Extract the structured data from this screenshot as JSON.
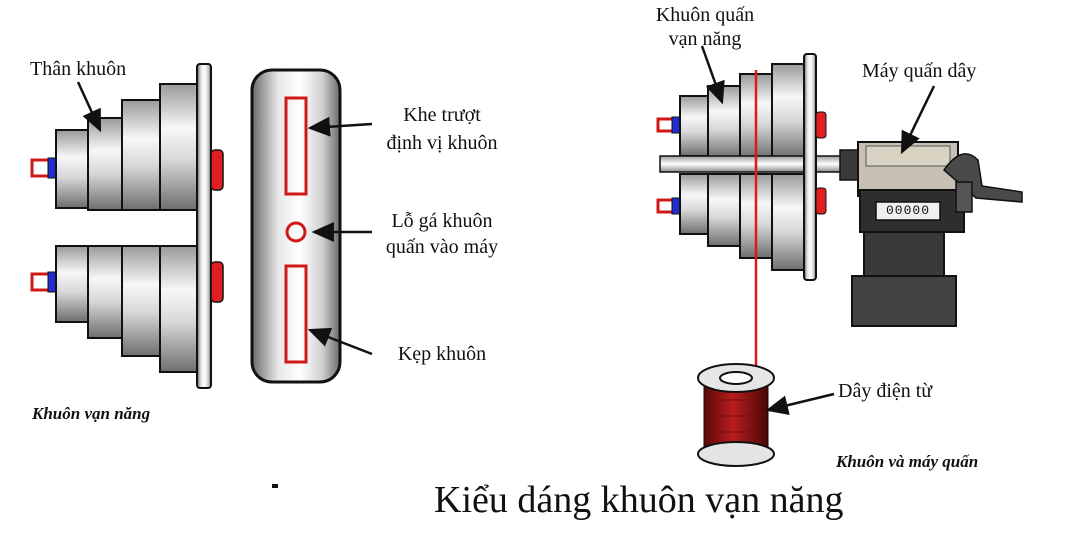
{
  "left_panel": {
    "than_khuon": "Thân khuôn",
    "khe_truot_1": "Khe trượt",
    "khe_truot_2": "định vị khuôn",
    "lo_ga_1": "Lỗ gá khuôn",
    "lo_ga_2": "quấn vào máy",
    "kep_khuon": "Kẹp khuôn",
    "caption": "Khuôn vạn năng"
  },
  "right_panel": {
    "khuon_quan_1": "Khuôn quấn",
    "khuon_quan_2": "vạn năng",
    "may_quan_day": "Máy quấn dây",
    "counter_display": "00000",
    "day_dien_tu": "Dây điện từ",
    "caption": "Khuôn và máy quấn"
  },
  "title": "Kiểu dáng khuôn vạn năng",
  "colors": {
    "wire_red": "#e01818",
    "cap_blue": "#2030d0",
    "metal_light": "#f4f4f4",
    "metal_dark": "#8a8a8a",
    "outline": "#111111"
  }
}
